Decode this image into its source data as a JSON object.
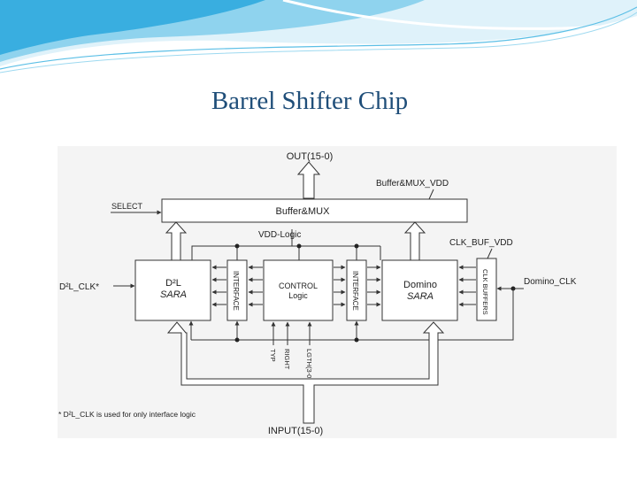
{
  "slide": {
    "title": "Barrel Shifter Chip"
  },
  "diagram": {
    "out_label": "OUT(15-0)",
    "buffer_mux_vdd": "Buffer&MUX_VDD",
    "select_label": "SELECT",
    "buffer_mux": "Buffer&MUX",
    "vdd_logic": "VDD-Logic",
    "clk_buf_vdd": "CLK_BUF_VDD",
    "d2l_clk": "D²L_CLK*",
    "d2l_title": "D²L",
    "d2l_sub": "SARA",
    "interface": "INTERFACE",
    "control_title": "CONTROL",
    "control_sub": "Logic",
    "domino_title": "Domino",
    "domino_sub": "SARA",
    "clk_buffers": "CLK BUFFERS",
    "domino_clk": "Domino_CLK",
    "typ": "TYP",
    "right": "RIGHT",
    "lgth": "LGTH(3-0)",
    "footnote": "* D²L_CLK is used for only interface logic",
    "input_label": "INPUT(15-0)"
  }
}
